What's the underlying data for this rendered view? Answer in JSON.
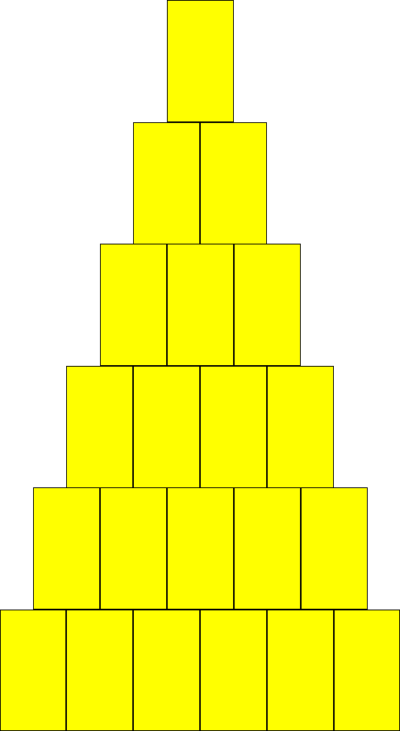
{
  "colors": {
    "block_fill": "#ffff00",
    "block_border": "#000000",
    "background": "#ffffff"
  },
  "pyramid": {
    "rows": [
      {
        "block_count": 1
      },
      {
        "block_count": 2
      },
      {
        "block_count": 3
      },
      {
        "block_count": 4
      },
      {
        "block_count": 5
      },
      {
        "block_count": 6
      }
    ]
  }
}
